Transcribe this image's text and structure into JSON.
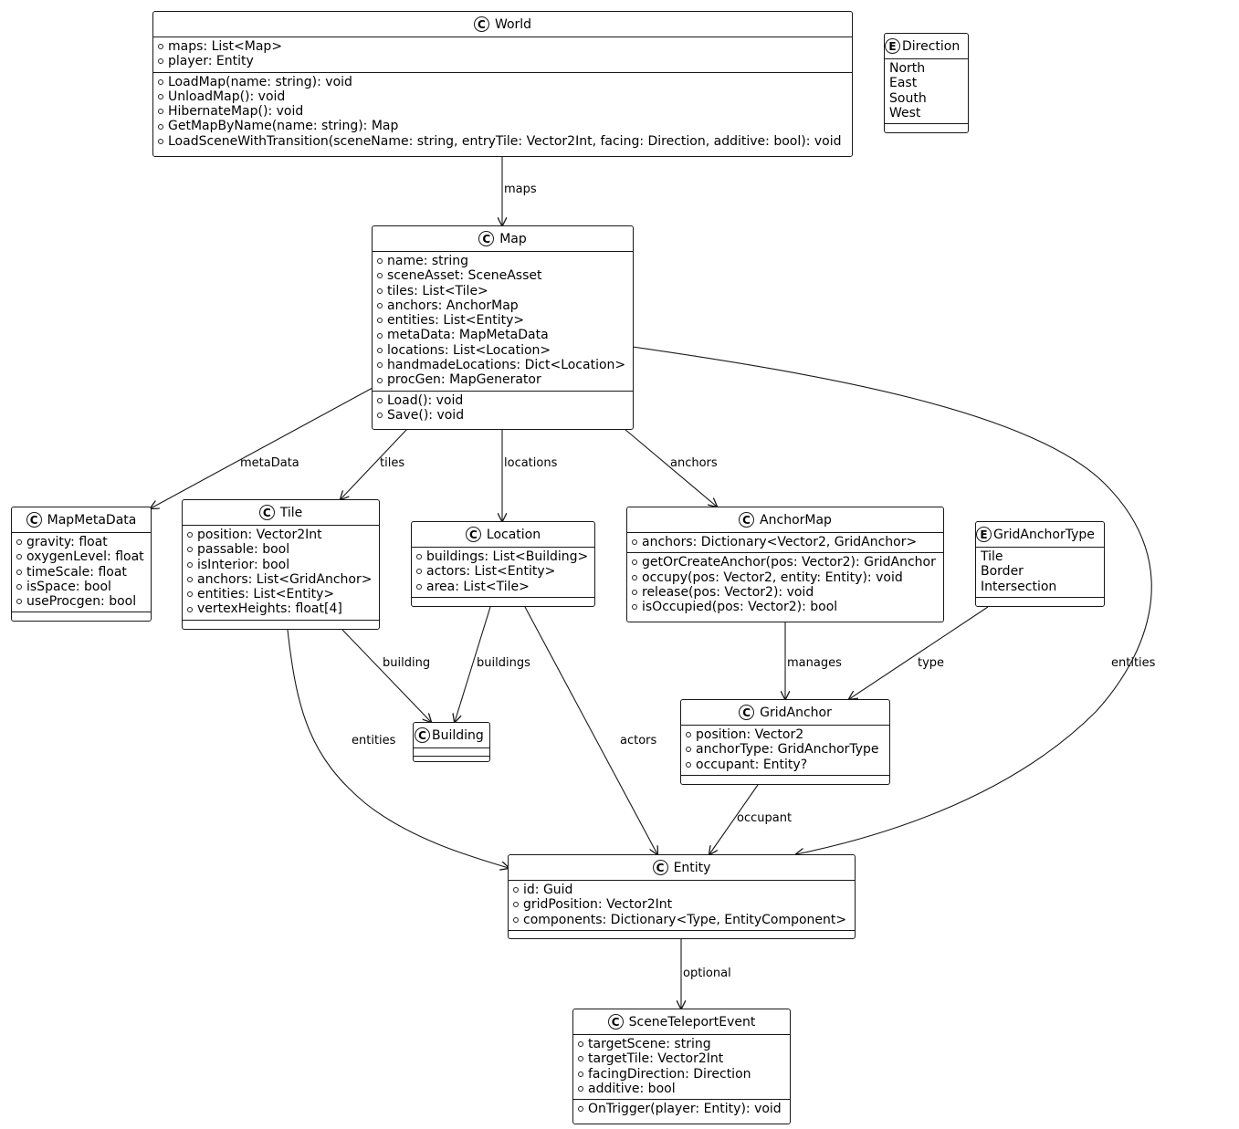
{
  "classes": {
    "World": {
      "name": "World",
      "attributes": [
        "maps: List<Map>",
        "player: Entity"
      ],
      "methods": [
        "LoadMap(name: string): void",
        "UnloadMap(): void",
        "HibernateMap(): void",
        "GetMapByName(name: string): Map",
        "LoadSceneWithTransition(sceneName: string, entryTile: Vector2Int, facing: Direction, additive: bool): void"
      ]
    },
    "Direction": {
      "name": "Direction",
      "literals": [
        "North",
        "East",
        "South",
        "West"
      ]
    },
    "Map": {
      "name": "Map",
      "attributes": [
        "name: string",
        "sceneAsset: SceneAsset",
        "tiles: List<Tile>",
        "anchors: AnchorMap",
        "entities: List<Entity>",
        "metaData: MapMetaData",
        "locations: List<Location>",
        "handmadeLocations: Dict<Location>",
        "procGen: MapGenerator"
      ],
      "methods": [
        "Load(): void",
        "Save(): void"
      ]
    },
    "MapMetaData": {
      "name": "MapMetaData",
      "attributes": [
        "gravity: float",
        "oxygenLevel: float",
        "timeScale: float",
        "isSpace: bool",
        "useProcgen: bool"
      ]
    },
    "Tile": {
      "name": "Tile",
      "attributes": [
        "position: Vector2Int",
        "passable: bool",
        "isInterior: bool",
        "anchors: List<GridAnchor>",
        "entities: List<Entity>",
        "vertexHeights: float[4]"
      ]
    },
    "Location": {
      "name": "Location",
      "attributes": [
        "buildings: List<Building>",
        "actors: List<Entity>",
        "area: List<Tile>"
      ]
    },
    "AnchorMap": {
      "name": "AnchorMap",
      "attributes": [
        "anchors: Dictionary<Vector2, GridAnchor>"
      ],
      "methods": [
        "getOrCreateAnchor(pos: Vector2): GridAnchor",
        "occupy(pos: Vector2, entity: Entity): void",
        "release(pos: Vector2): void",
        "isOccupied(pos: Vector2): bool"
      ]
    },
    "GridAnchorType": {
      "name": "GridAnchorType",
      "literals": [
        "Tile",
        "Border",
        "Intersection"
      ]
    },
    "Building": {
      "name": "Building"
    },
    "GridAnchor": {
      "name": "GridAnchor",
      "attributes": [
        "position: Vector2",
        "anchorType: GridAnchorType",
        "occupant: Entity?"
      ]
    },
    "Entity": {
      "name": "Entity",
      "attributes": [
        "id: Guid",
        "gridPosition: Vector2Int",
        "components: Dictionary<Type, EntityComponent>"
      ]
    },
    "SceneTeleportEvent": {
      "name": "SceneTeleportEvent",
      "attributes": [
        "targetScene: string",
        "targetTile: Vector2Int",
        "facingDirection: Direction",
        "additive: bool"
      ],
      "methods": [
        "OnTrigger(player: Entity): void"
      ]
    }
  },
  "stereotypes": {
    "class": "C",
    "enum": "E"
  },
  "relations": [
    {
      "from": "World",
      "to": "Map",
      "label": "maps"
    },
    {
      "from": "Map",
      "to": "MapMetaData",
      "label": "metaData"
    },
    {
      "from": "Map",
      "to": "Tile",
      "label": "tiles"
    },
    {
      "from": "Map",
      "to": "Location",
      "label": "locations"
    },
    {
      "from": "Map",
      "to": "AnchorMap",
      "label": "anchors"
    },
    {
      "from": "Map",
      "to": "Entity",
      "label": "entities"
    },
    {
      "from": "Tile",
      "to": "Building",
      "label": "building"
    },
    {
      "from": "Tile",
      "to": "Entity",
      "label": "entities"
    },
    {
      "from": "Location",
      "to": "Building",
      "label": "buildings"
    },
    {
      "from": "Location",
      "to": "Entity",
      "label": "actors"
    },
    {
      "from": "AnchorMap",
      "to": "GridAnchor",
      "label": "manages"
    },
    {
      "from": "GridAnchorType",
      "to": "GridAnchor",
      "label": "type"
    },
    {
      "from": "GridAnchor",
      "to": "Entity",
      "label": "occupant"
    },
    {
      "from": "Entity",
      "to": "SceneTeleportEvent",
      "label": "optional"
    }
  ]
}
